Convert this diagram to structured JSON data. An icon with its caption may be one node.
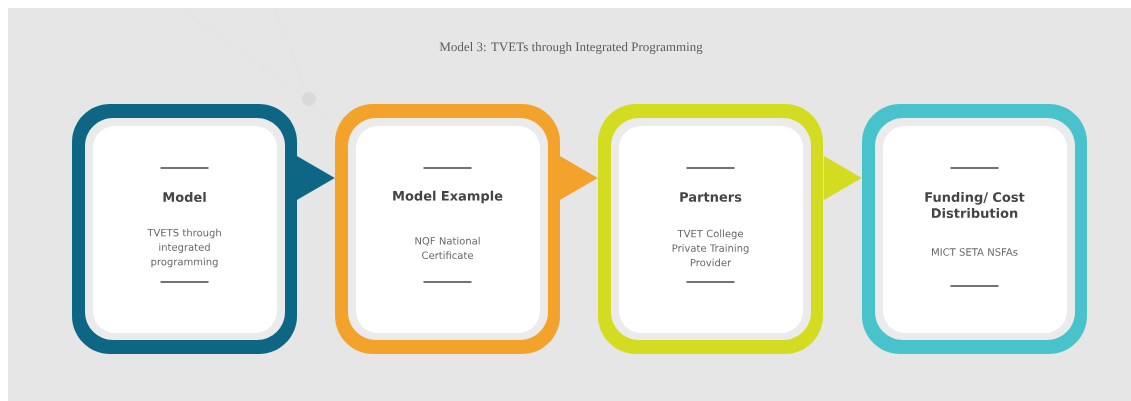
{
  "diagram": {
    "title": "Model 3: TVETs through Integrated Programming",
    "nodes": [
      {
        "text": [
          "Model",
          "TVETS through integrated programming"
        ]
      },
      {
        "text": [
          "Model Example",
          "NQF National Certificate"
        ]
      },
      {
        "text": [
          "Partners",
          "TVET College Private Training Provider"
        ]
      },
      {
        "text": [
          "Funding/ Cost Distribution",
          "MICT SETA NSFAs"
        ]
      }
    ],
    "edges": [
      {
        "from": 0,
        "to": 1,
        "arrow": "to"
      },
      {
        "from": 1,
        "to": 2,
        "arrow": "to"
      },
      {
        "from": 2,
        "to": 3,
        "arrow": "to"
      }
    ]
  }
}
